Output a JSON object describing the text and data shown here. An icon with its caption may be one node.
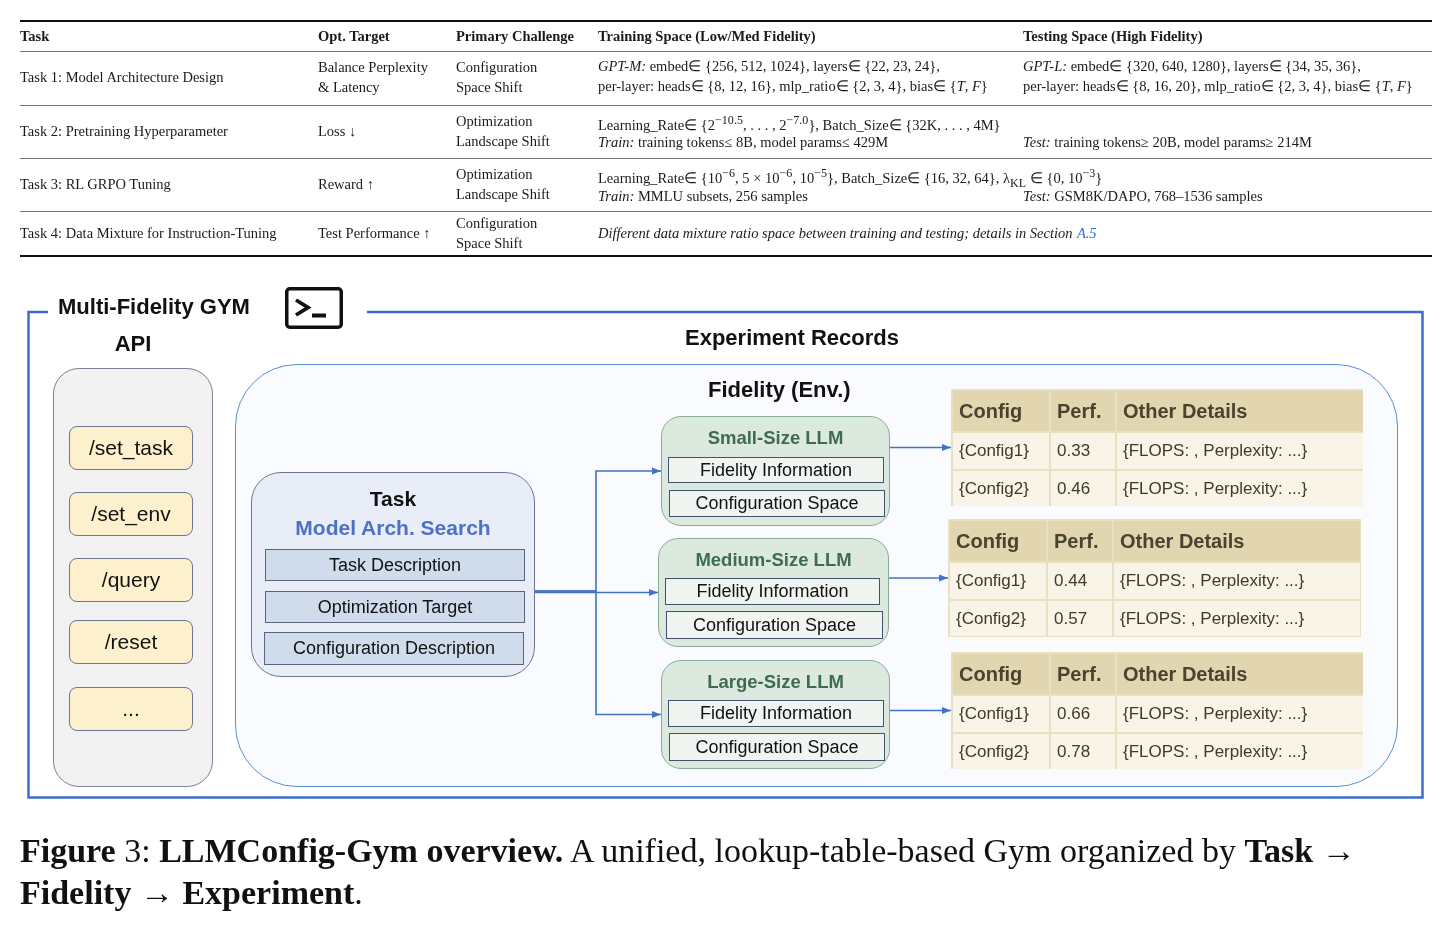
{
  "diagram": {
    "caption": "**Figure** 3: **LLMConfig-Gym overview.** A unified, lookup-table-based Gym organized by **Task** → **Fidelity** → **Experiment**.",
    "nodes": [
      {
        "text": [
          "Multi-Fidelity GYM"
        ]
      },
      {
        "text": [
          "API"
        ],
        "in": 0
      },
      {
        "text": [
          "/set_task"
        ],
        "in": 1
      },
      {
        "text": [
          "/set_env"
        ],
        "in": 1
      },
      {
        "text": [
          "/query"
        ],
        "in": 1
      },
      {
        "text": [
          "/reset"
        ],
        "in": 1
      },
      {
        "text": [
          "..."
        ],
        "in": 1
      },
      {
        "text": [
          "Experiment Records"
        ],
        "in": 0
      },
      {
        "text": [
          "Task",
          "Model Arch. Search"
        ],
        "in": 7
      },
      {
        "text": [
          "Task Description"
        ],
        "in": 8
      },
      {
        "text": [
          "Optimization Target"
        ],
        "in": 8
      },
      {
        "text": [
          "Configuration Description"
        ],
        "in": 8
      },
      {
        "text": [
          "Small-Size LLM"
        ],
        "in": 7
      },
      {
        "text": [
          "Fidelity Information"
        ],
        "in": 12
      },
      {
        "text": [
          "Configuration Space"
        ],
        "in": 12
      },
      {
        "text": [
          "Medium-Size LLM"
        ],
        "in": 7
      },
      {
        "text": [
          "Fidelity Information"
        ],
        "in": 15
      },
      {
        "text": [
          "Configuration Space"
        ],
        "in": 15
      },
      {
        "text": [
          "Large-Size LLM"
        ],
        "in": 7
      },
      {
        "text": [
          "Fidelity Information"
        ],
        "in": 18
      },
      {
        "text": [
          "Configuration Space"
        ],
        "in": 18
      },
      {
        "text": [
          "Config",
          "Perf.",
          "Other Details",
          "{Config1}",
          "0.33",
          "{FLOPS: , Perplexity: ...}",
          "{Config2}",
          "0.46",
          "{FLOPS: , Perplexity: ...}"
        ],
        "in": 7
      },
      {
        "text": [
          "Config",
          "Perf.",
          "Other Details",
          "{Config1}",
          "0.44",
          "{FLOPS: , Perplexity: ...}",
          "{Config2}",
          "0.57",
          "{FLOPS: , Perplexity: ...}"
        ],
        "in": 7
      },
      {
        "text": [
          "Config",
          "Perf.",
          "Other Details",
          "{Config1}",
          "0.66",
          "{FLOPS: , Perplexity: ...}",
          "{Config2}",
          "0.78",
          "{FLOPS: , Perplexity: ...}"
        ],
        "in": 7
      }
    ],
    "edges": [
      {
        "from": 8,
        "to": 12,
        "arrow": "to"
      },
      {
        "from": 8,
        "to": 15,
        "arrow": "to"
      },
      {
        "from": 8,
        "to": 18,
        "arrow": "to"
      },
      {
        "from": 12,
        "to": 21,
        "arrow": "to"
      },
      {
        "from": 15,
        "to": 22,
        "arrow": "to"
      },
      {
        "from": 18,
        "to": 23,
        "arrow": "to"
      }
    ],
    "labels": [
      "Task",
      "Opt. Target",
      "Primary Challenge",
      "Training Space (Low/Med Fidelity)",
      "Testing Space (High Fidelity)",
      "Task 1: Model Architecture Design",
      "Balance Perplexity & Latency",
      "Configuration Space Shift",
      "*GPT-M:* embed∈ {256, 512, 1024}, layers∈ {22, 23, 24}, per-layer: heads∈ {8, 12, 16}, mlp_ratio∈ {2, 3, 4}, bias∈ {*T*, *F*}",
      "*GPT-L:* embed∈ {320, 640, 1280}, layers∈ {34, 35, 36}, per-layer: heads∈ {8, 16, 20}, mlp_ratio∈ {2, 3, 4}, bias∈ {*T*, *F*}",
      "Task 2: Pretraining Hyperparameter",
      "Loss ↓",
      "Optimization Landscape Shift",
      "Learning_Rate∈ {2$^{−10.5}$, . . . , 2$^{−7.0}$}, Batch_Size∈ {32K, . . . , 4M}",
      "*Train:* training tokens≤ 8B, model params≤ 429M",
      "*Test:* training tokens≥ 20B, model params≥ 214M",
      "Task 3: RL GRPO Tuning",
      "Reward ↑",
      "Optimization Landscape Shift",
      "Learning_Rate∈ {10$^{−6}$, 5 × 10$^{−6}$, 10$^{−5}$}, Batch_Size∈ {16, 32, 64}, λ$_{KL}$ ∈ {0, 10$^{−3}$}",
      "*Train:* MMLU subsets, 256 samples",
      "*Test:* GSM8K/DAPO, 768–1536 samples",
      "Task 4: Data Mixture for Instruction-Tuning",
      "Test Performance ↑",
      "Configuration Space Shift",
      "Different data mixture ratio space between training and testing; details in Section",
      "A.5",
      "Fidelity (Env.)"
    ]
  }
}
